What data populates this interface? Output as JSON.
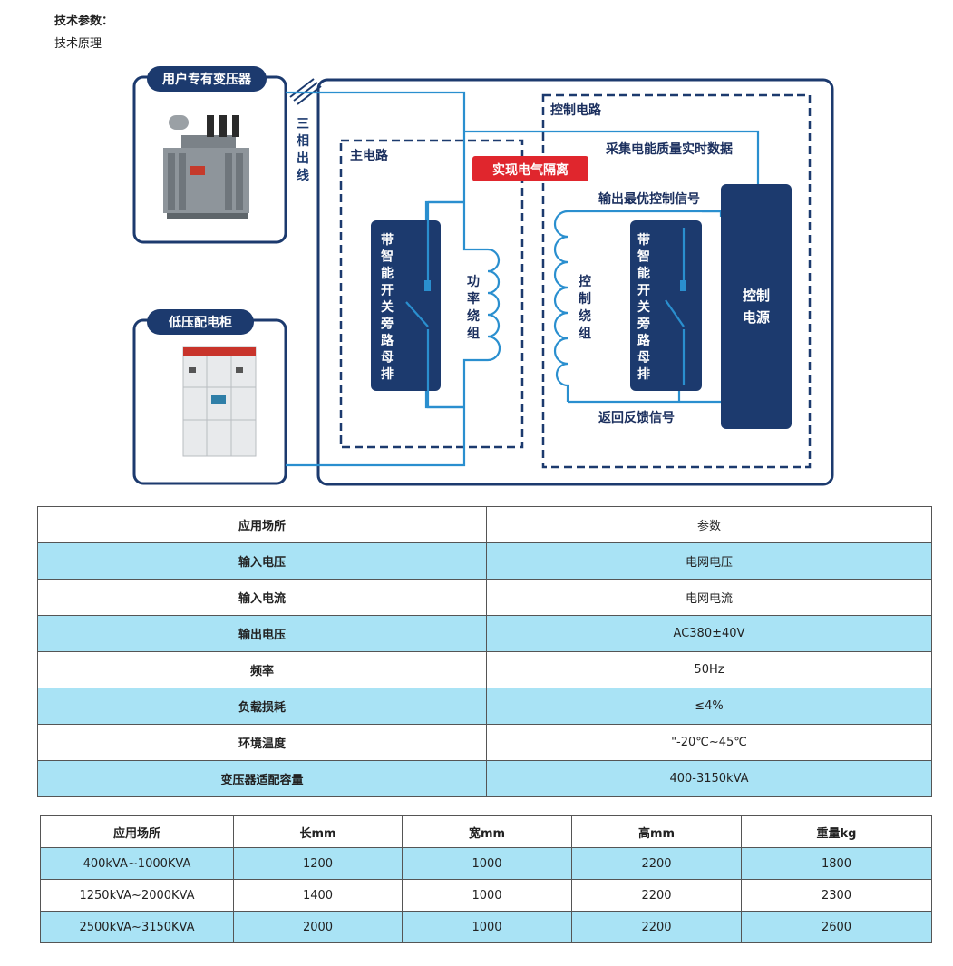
{
  "page": {
    "heading": "技术参数：",
    "subheading": "技术原理"
  },
  "diagram": {
    "transformer_label": "用户专有变压器",
    "cabinet_label": "低压配电柜",
    "three_phase_label": [
      "三",
      "相",
      "出",
      "线"
    ],
    "main_circuit_label": "主电路",
    "control_circuit_label": "控制电路",
    "isolation_label": "实现电气隔离",
    "collect_label": "采集电能质量实时数据",
    "output_signal_label": "输出最优控制信号",
    "feedback_label": "返回反馈信号",
    "bypass_busbar_chars": [
      "带",
      "智",
      "能",
      "开",
      "关",
      "旁",
      "路",
      "母",
      "排"
    ],
    "power_winding_chars": [
      "功",
      "率",
      "绕",
      "组"
    ],
    "control_winding_chars": [
      "控",
      "制",
      "绕",
      "组"
    ],
    "control_power_chars": [
      "控制",
      "电源"
    ],
    "colors": {
      "navy": "#1c3a6e",
      "line": "#2a8fcf",
      "red": "#e0262d",
      "dark": "#1b2f5e"
    }
  },
  "param_table": {
    "header": [
      "应用场所",
      "参数"
    ],
    "rows": [
      [
        "输入电压",
        "电网电压"
      ],
      [
        "输入电流",
        "电网电流"
      ],
      [
        "输出电压",
        "AC380±40V"
      ],
      [
        "频率",
        "50Hz"
      ],
      [
        "负载损耗",
        "≤4%"
      ],
      [
        "环境温度",
        "\"-20℃~45℃"
      ],
      [
        "变压器适配容量",
        "400-3150kVA"
      ]
    ]
  },
  "spec_table": {
    "header": [
      "应用场所",
      "长mm",
      "宽mm",
      "高mm",
      "重量kg"
    ],
    "rows": [
      [
        "400kVA~1000KVA",
        "1200",
        "1000",
        "2200",
        "1800"
      ],
      [
        "1250kVA~2000KVA",
        "1400",
        "1000",
        "2200",
        "2300"
      ],
      [
        "2500kVA~3150KVA",
        "2000",
        "1000",
        "2200",
        "2600"
      ]
    ]
  }
}
